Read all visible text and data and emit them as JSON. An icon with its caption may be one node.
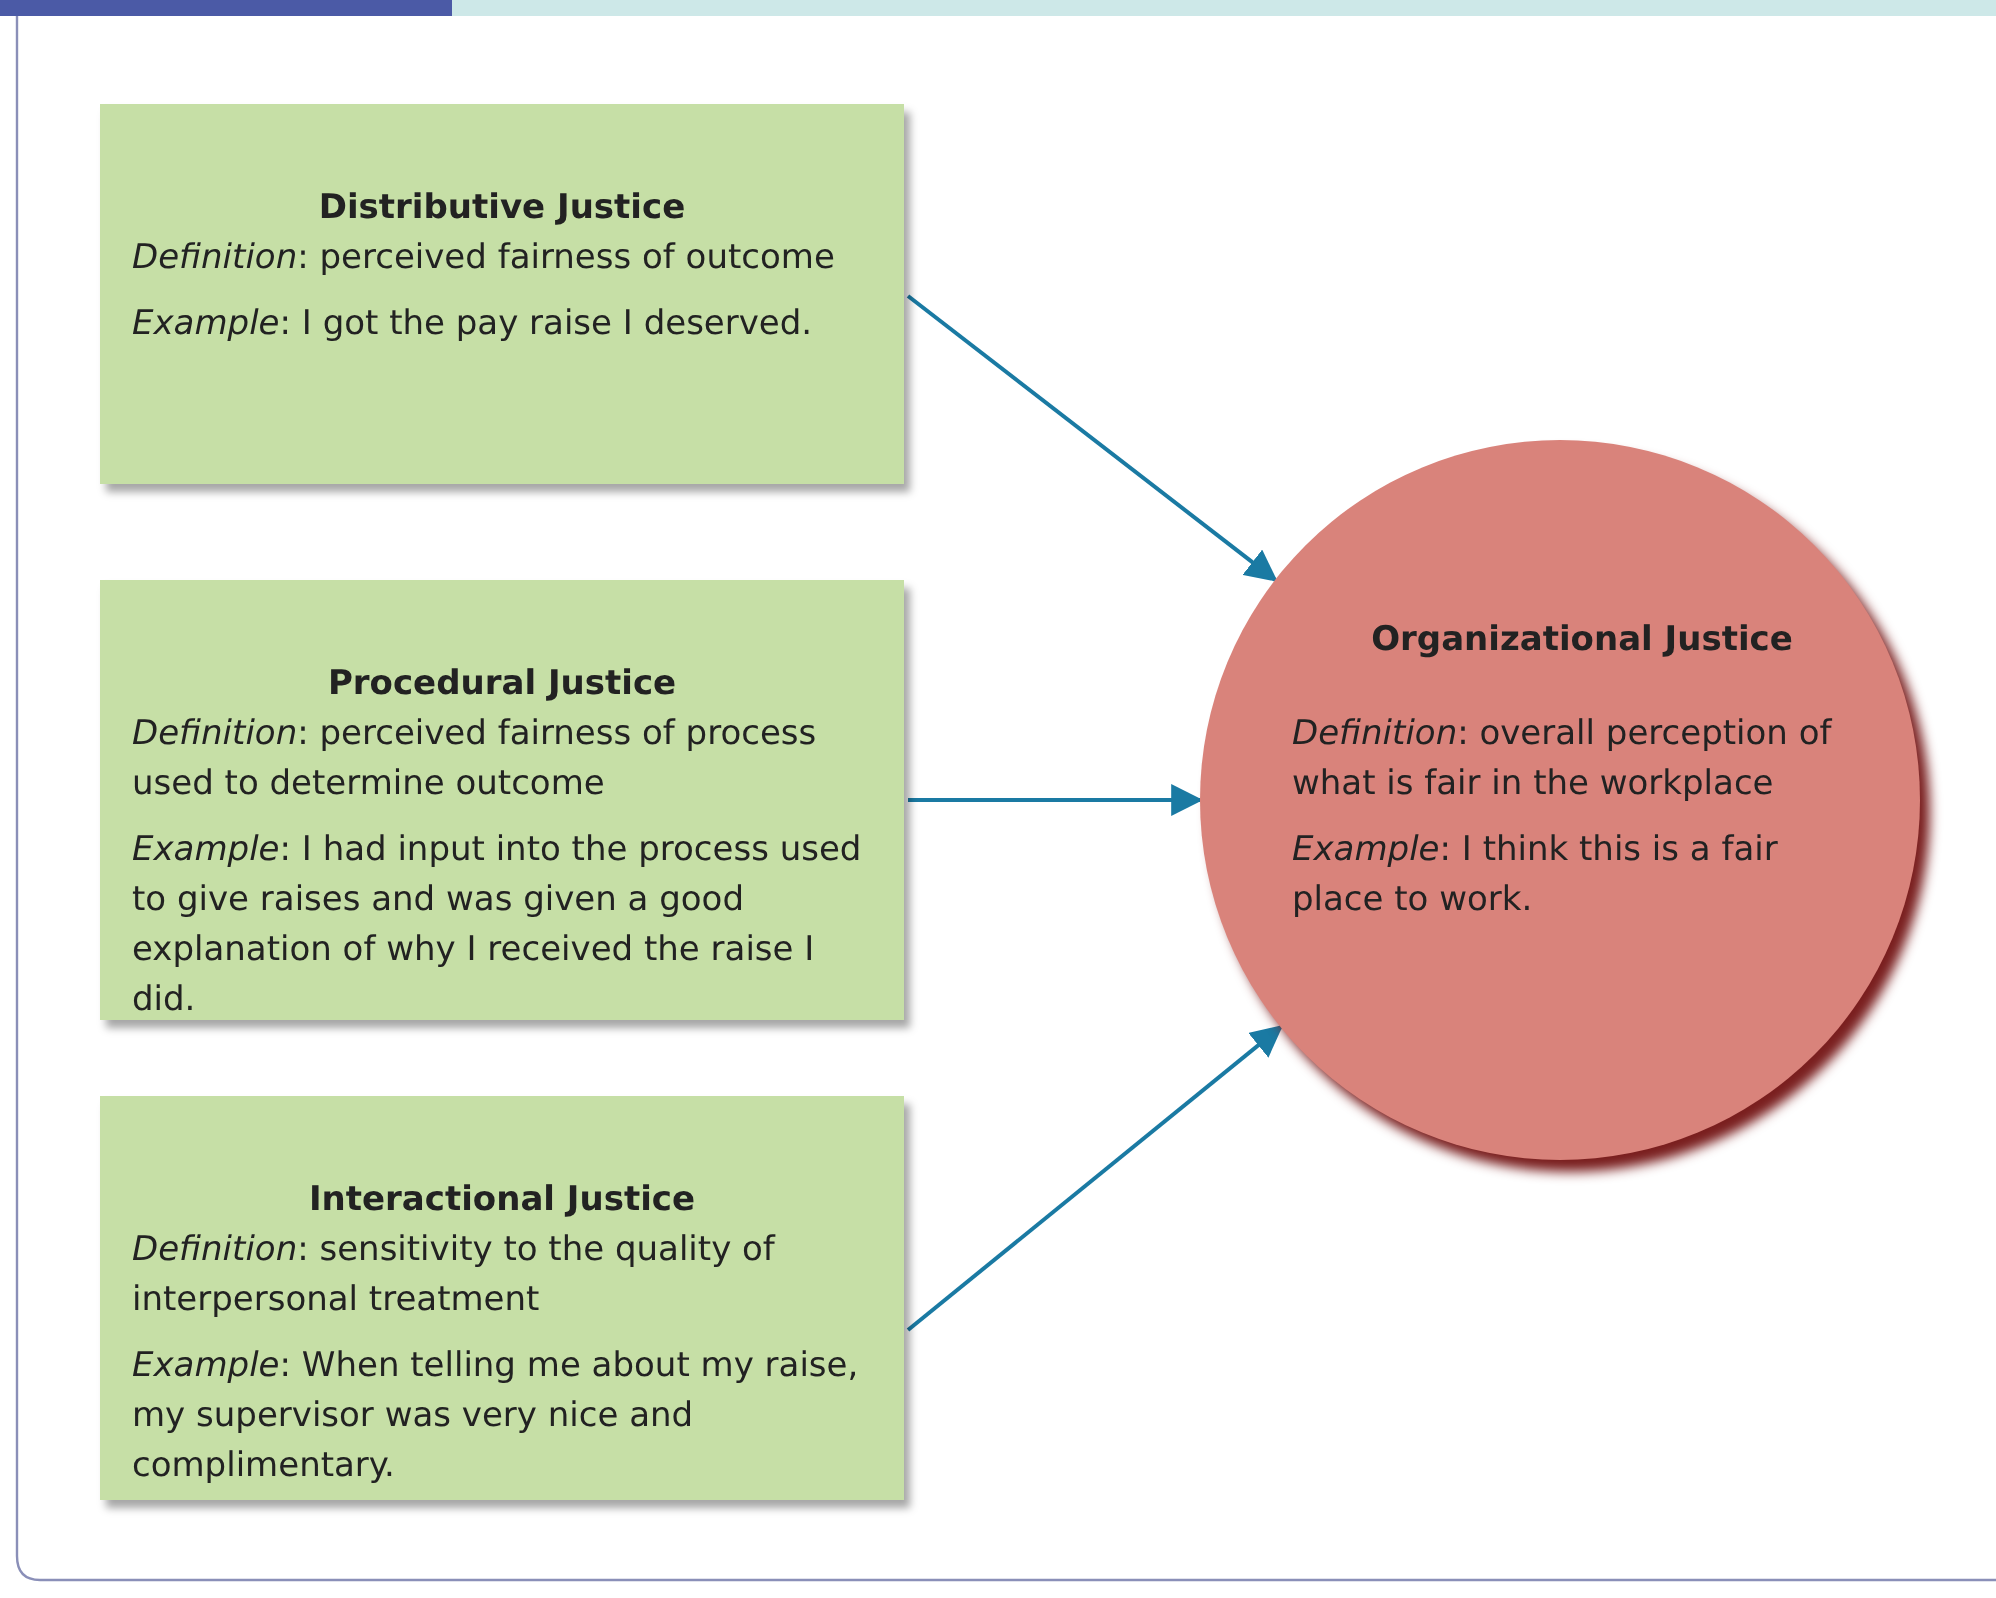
{
  "diagram": {
    "nodes": [
      {
        "text": [
          "Distributive Justice",
          "*Definition*: perceived fairness of outcome",
          "*Example*: I got the pay raise I deserved."
        ]
      },
      {
        "text": [
          "Procedural Justice",
          "*Definition*: perceived fairness of process used to determine outcome",
          "*Example*: I had input into the process used to give raises and was given a good explanation of why I received the raise I did."
        ]
      },
      {
        "text": [
          "Interactional Justice",
          "*Definition*: sensitivity to the quality of interpersonal treatment",
          "*Example*: When telling me about my raise, my supervisor was very nice and complimentary."
        ]
      },
      {
        "text": [
          "Organizational Justice",
          "*Definition*: overall perception of what is fair in the workplace",
          "*Example*: I think this is a fair place to work."
        ]
      }
    ],
    "edges": [
      {
        "from": 0,
        "to": 3,
        "arrow": "to"
      },
      {
        "from": 1,
        "to": 3,
        "arrow": "to"
      },
      {
        "from": 2,
        "to": 3,
        "arrow": "to"
      }
    ]
  }
}
